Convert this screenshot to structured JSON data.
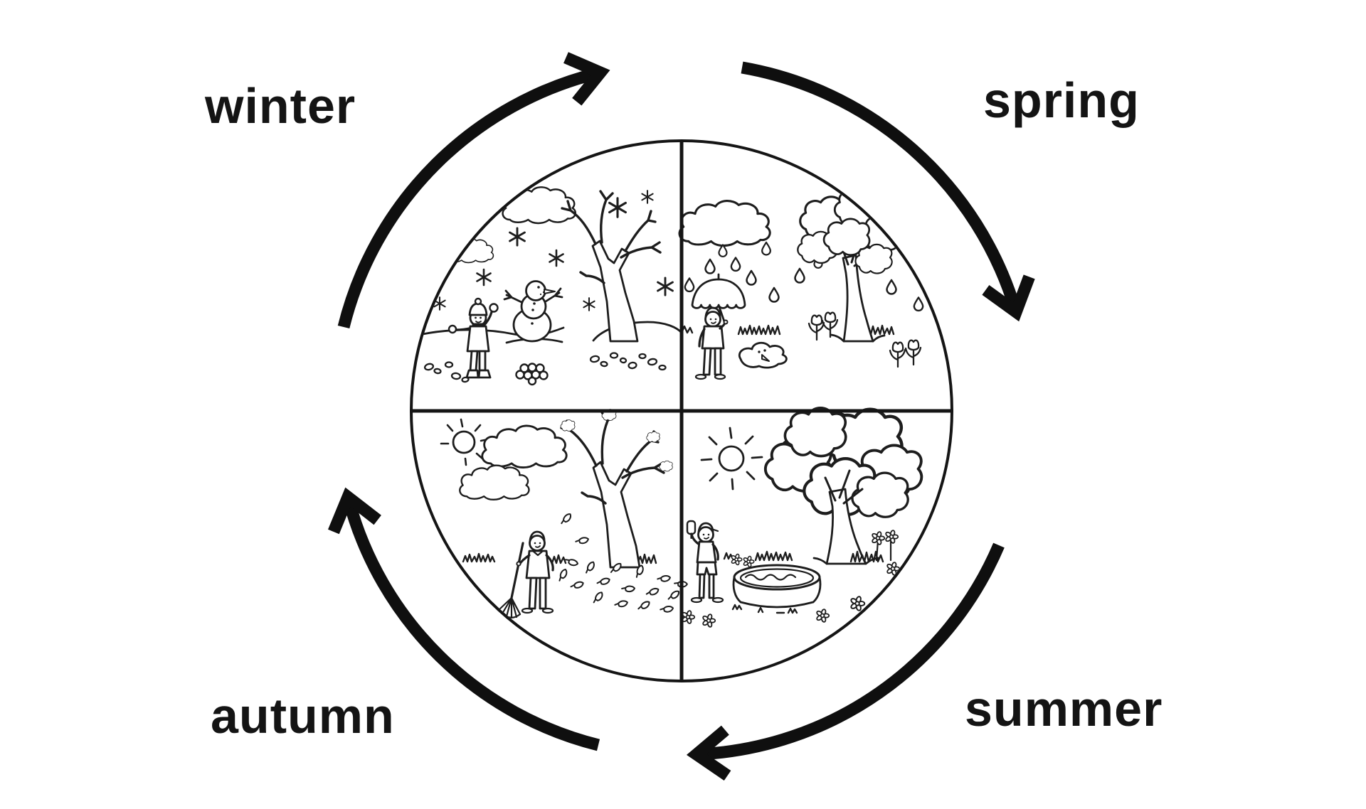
{
  "title": "Four seasons cycle diagram",
  "colors": {
    "background": "#ffffff",
    "ink": "#141414"
  },
  "seasons": {
    "winter": "winter",
    "spring": "spring",
    "summer": "summer",
    "autumn": "autumn"
  },
  "cycle": {
    "direction": "clockwise",
    "order": [
      "winter",
      "spring",
      "summer",
      "autumn"
    ],
    "arrows": [
      {
        "from": "winter",
        "to": "spring",
        "position": "top"
      },
      {
        "from": "spring",
        "to": "summer",
        "position": "right"
      },
      {
        "from": "summer",
        "to": "autumn",
        "position": "bottom"
      },
      {
        "from": "autumn",
        "to": "winter",
        "position": "left"
      }
    ]
  },
  "quadrants": [
    {
      "season": "winter",
      "position": "top-left",
      "icons": [
        "cloud-icon",
        "snowflake-icon",
        "child-throwing-snowball-icon",
        "snowman-icon",
        "bare-tree-icon",
        "snowball-pile-icon",
        "stones-icon"
      ]
    },
    {
      "season": "spring",
      "position": "top-right",
      "icons": [
        "rain-cloud-icon",
        "raindrop-icon",
        "person-with-umbrella-icon",
        "melting-snowman-puddle-icon",
        "budding-tree-icon",
        "grass-icon",
        "tulip-icon"
      ]
    },
    {
      "season": "autumn",
      "position": "bottom-left",
      "icons": [
        "sun-icon",
        "cloud-icon",
        "tree-shedding-leaves-icon",
        "fallen-leaf-icon",
        "person-raking-icon",
        "rake-icon",
        "grass-icon"
      ]
    },
    {
      "season": "summer",
      "position": "bottom-right",
      "icons": [
        "sun-icon",
        "leafy-tree-icon",
        "person-with-popsicle-icon",
        "paddling-pool-icon",
        "flower-icon",
        "grass-icon"
      ]
    }
  ]
}
